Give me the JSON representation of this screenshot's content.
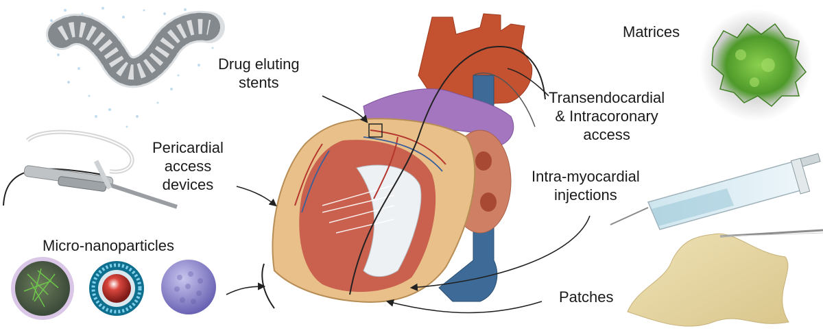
{
  "labels": {
    "matrices": "Matrices",
    "drug_eluting_stents": [
      "Drug eluting",
      "stents"
    ],
    "transendocardial": [
      "Transendocardial",
      "& Intracoronary",
      "access"
    ],
    "pericardial": [
      "Pericardial",
      "access",
      "devices"
    ],
    "intramyocardial": [
      "Intra-myocardial",
      "injections"
    ],
    "micro_nanoparticles": "Micro-nanoparticles",
    "patches": "Patches"
  },
  "colors": {
    "heart_muscle": "#e7a777",
    "heart_interior": "#c9614e",
    "atrium_red": "#c4512f",
    "vessel_purple": "#a476bf",
    "vena_cava_blue": "#3d6a96",
    "matrix_green": "#6ab33c",
    "patch_tan": "#e7d7a5",
    "text": "#1a1a1a"
  },
  "icons": [
    "stent-icon",
    "catheter-device-icon",
    "syringe-icon",
    "matrix-sponge-icon",
    "patch-film-icon",
    "nanoparticle-icon",
    "liposome-icon",
    "porous-sphere-icon",
    "heart-illustration"
  ]
}
